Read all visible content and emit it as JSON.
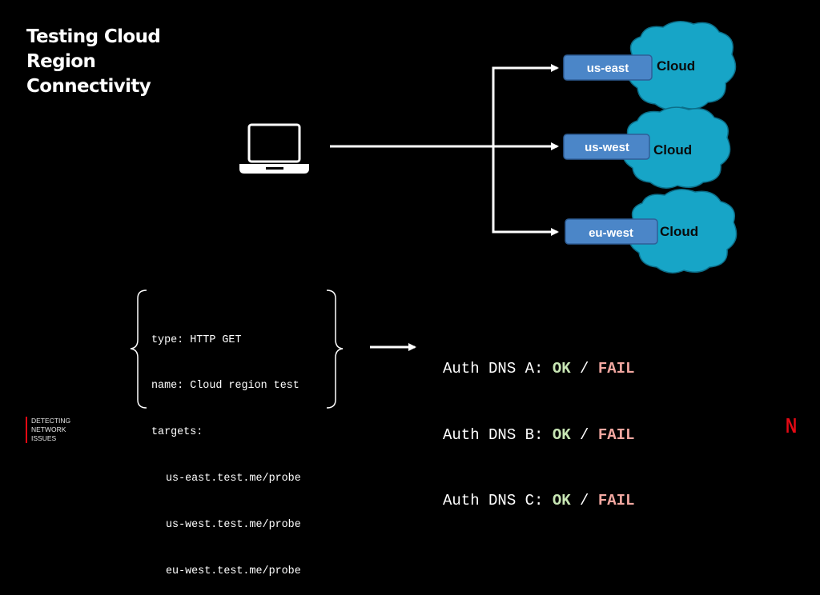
{
  "slide": {
    "title": "Testing Cloud Region Connectivity",
    "footer_lines": [
      "DETECTING",
      "NETWORK",
      "ISSUES"
    ],
    "logo_letter": "N",
    "logo_color": "#e50914"
  },
  "diagram": {
    "client_icon": "laptop-icon",
    "cloud_color": "#17a5c7",
    "region_box_color": "#4b86c8",
    "regions": [
      {
        "name": "us-east",
        "cloud_label": "Cloud"
      },
      {
        "name": "us-west",
        "cloud_label": "Cloud"
      },
      {
        "name": "eu-west",
        "cloud_label": "Cloud"
      }
    ]
  },
  "probe_config": {
    "type_line": "type: HTTP GET",
    "name_line": "name: Cloud region test",
    "targets_line": "targets:",
    "targets": [
      "us-east.test.me/probe",
      "us-west.test.me/probe",
      "eu-west.test.me/probe"
    ]
  },
  "results": [
    {
      "label": "Auth DNS A:",
      "ok": "OK",
      "sep": "/",
      "fail": "FAIL"
    },
    {
      "label": "Auth DNS B:",
      "ok": "OK",
      "sep": "/",
      "fail": "FAIL"
    },
    {
      "label": "Auth DNS C:",
      "ok": "OK",
      "sep": "/",
      "fail": "FAIL"
    }
  ],
  "colors": {
    "ok": "#c8e6b4",
    "fail": "#f2a7a0"
  }
}
